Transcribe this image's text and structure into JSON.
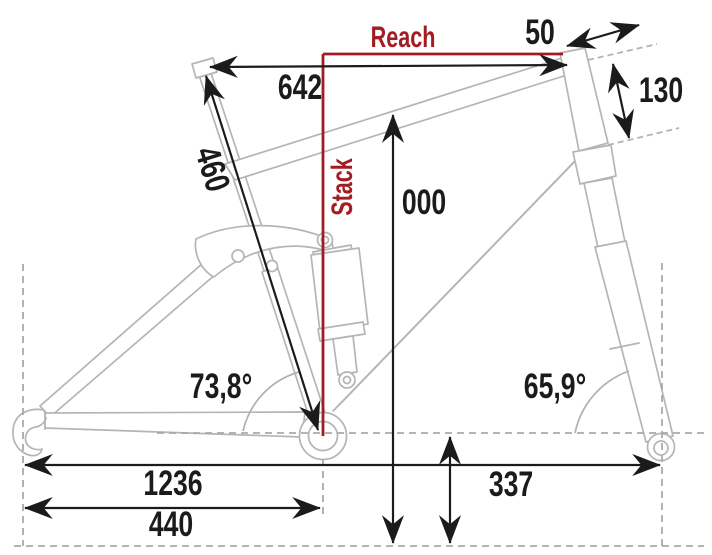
{
  "diagram_labels": {
    "reach": "Reach",
    "stack": "Stack"
  },
  "measurements": {
    "top_tube_length": "642",
    "seat_tube_length": "460",
    "stem_offset": "50",
    "head_tube_length": "130",
    "frame_height_placeholder": "000",
    "bb_height": "337",
    "wheelbase": "1236",
    "chainstay_length": "440",
    "seat_tube_angle": "73,8°",
    "head_tube_angle": "65,9°"
  },
  "colors": {
    "accent_red": "#A21D22",
    "dimension_black": "#1B1B1B",
    "frame_gray": "#B5B5B5",
    "guide_gray": "#A9A9A9",
    "background": "#FFFFFF"
  }
}
